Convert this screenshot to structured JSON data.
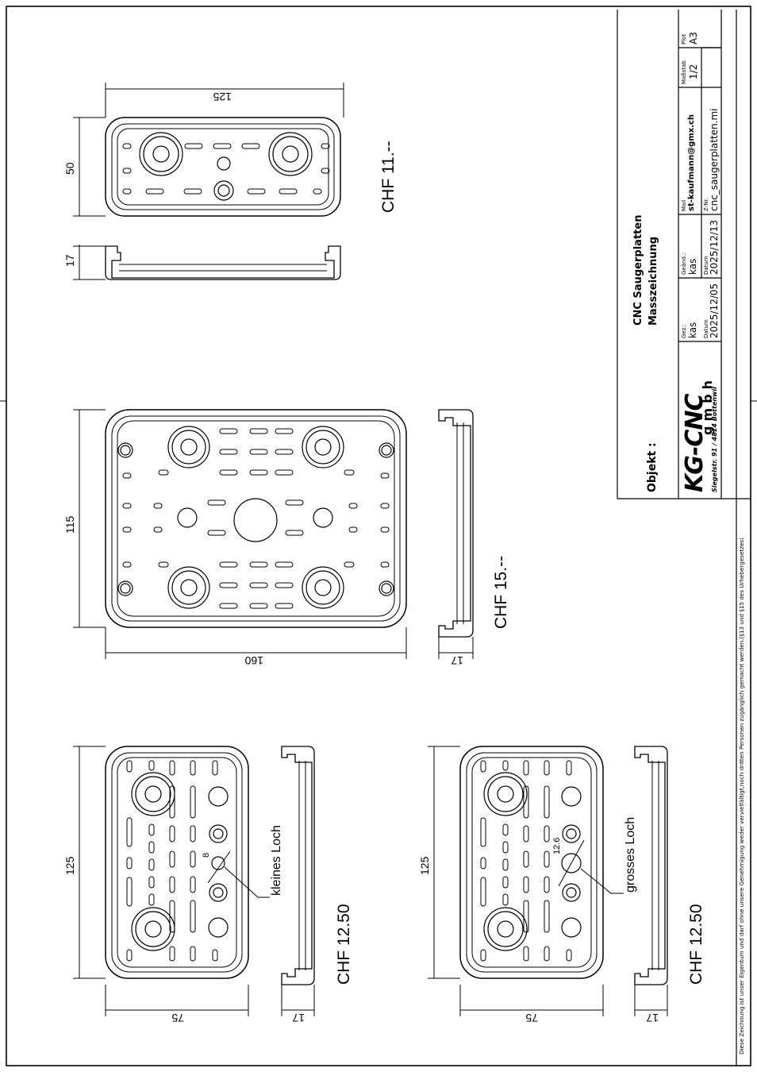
{
  "drawing": {
    "parts": [
      {
        "id": "chf11",
        "price": "CHF 11.--",
        "dims": {
          "length": "125",
          "width": "50",
          "height": "17"
        }
      },
      {
        "id": "chf15",
        "price": "CHF 15.--",
        "dims": {
          "length": "160",
          "width": "115",
          "height": "17"
        }
      },
      {
        "id": "chf1250a",
        "price": "CHF 12.50",
        "dims": {
          "length": "125",
          "width": "75",
          "height": "17"
        },
        "hole_label": "kleines Loch",
        "hole_dim": "8"
      },
      {
        "id": "chf1250b",
        "price": "CHF 12.50",
        "dims": {
          "length": "125",
          "width": "75",
          "height": "17"
        },
        "hole_label": "grosses Loch",
        "hole_dim": "12.6"
      }
    ]
  },
  "title_block": {
    "objekt_label": "Objekt :",
    "title_line1": "CNC Saugerplatten",
    "title_line2": "Masszeichnung",
    "company_logo": "KG-CNC",
    "company_sub": "gmbh",
    "address": "Siegelstr. 91 / 4814 Bottenwil",
    "gez_label": "Gez.:",
    "gez_value": "kas",
    "geaend_label": "Geänd.:",
    "geaend_value": "kas",
    "datum1_label": "Datum",
    "datum1_value": "2025/12/05",
    "datum2_label": "Datum",
    "datum2_value": "2025/12/13",
    "mail_label": "Mail",
    "mail_value": "st-kaufmann@gmx.ch",
    "znr_label": "Z-Nr.",
    "znr_value": "cnc_saugerplatten.mi",
    "scale_label": "Maßstab",
    "scale_value": "1/2",
    "plot_label": "Plot",
    "plot_value": "A3",
    "disclaimer": "Diese Zeichnung ist unser Eigentum und darf ohne unsere Genehmigung weder vervielfältigt,noch dritten Personen zugänglich gemacht werden.(§13 und §15 des Urhebergesetzes)"
  }
}
